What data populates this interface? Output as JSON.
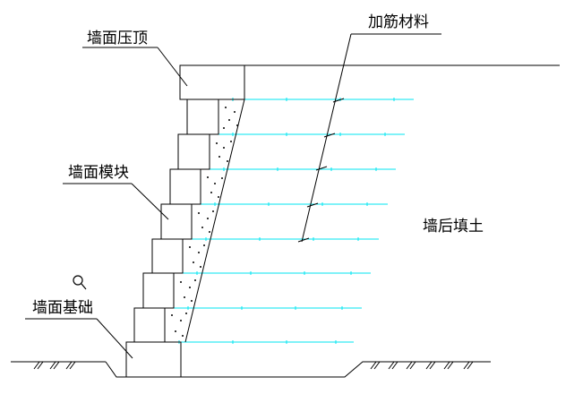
{
  "labels": {
    "coping": "墙面压顶",
    "reinforcement": "加筋材料",
    "module": "墙面模块",
    "backfill": "墙后填土",
    "foundation": "墙面基础"
  },
  "colors": {
    "line": "#000000",
    "geogrid": "#00e5f0",
    "background": "#ffffff"
  },
  "icons": {
    "cursor": "magnifier-icon"
  }
}
